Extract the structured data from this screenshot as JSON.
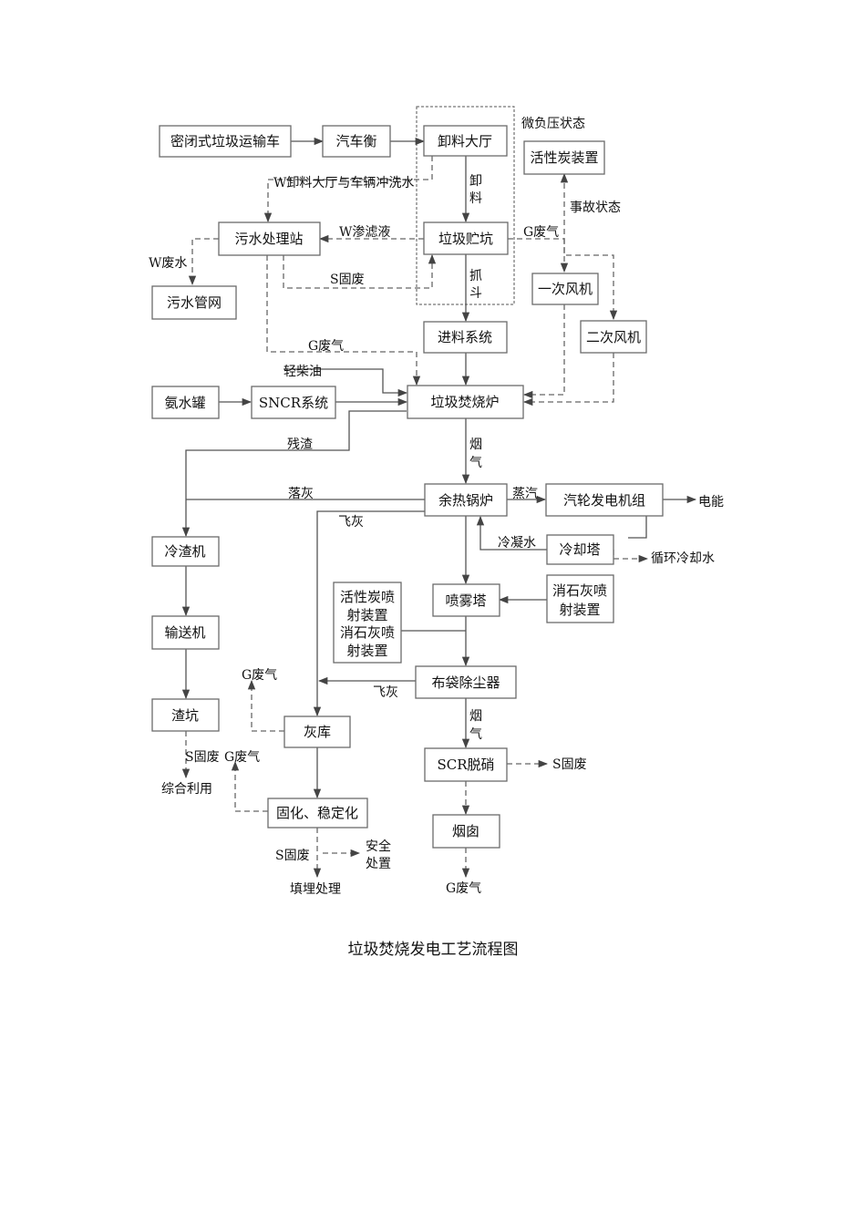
{
  "boxes": {
    "truck": "密闭式垃圾运输车",
    "scale": "汽车衡",
    "unload_hall": "卸料大厅",
    "carbon_device": "活性炭装置",
    "sewage_station": "污水处理站",
    "pit": "垃圾贮坑",
    "sewer": "污水管网",
    "primary_fan": "一次风机",
    "feed_system": "进料系统",
    "secondary_fan": "二次风机",
    "ammonia_tank": "氨水罐",
    "sncr": "SNCR系统",
    "furnace": "垃圾焚烧炉",
    "boiler": "余热锅炉",
    "turbine": "汽轮发电机组",
    "slag_cooler": "冷渣机",
    "cooling_tower": "冷却塔",
    "spray_tower": "喷雾塔",
    "carbon_lime_inject": [
      "活性炭喷",
      "射装置",
      "消石灰喷",
      "射装置"
    ],
    "lime_inject": [
      "消石灰喷",
      "射装置"
    ],
    "conveyor": "输送机",
    "bag_filter": "布袋除尘器",
    "slag_pit": "渣坑",
    "ash_silo": "灰库",
    "scr": "SCR脱硝",
    "solidify": "固化、稳定化",
    "chimney": "烟囱"
  },
  "labels": {
    "negative_pressure": "微负压状态",
    "wash_water": "W卸料大厅与车辆冲洗水",
    "unload_v": [
      "卸",
      "料"
    ],
    "emergency": "事故状态",
    "leachate": "W渗滤液",
    "g_exhaust_pit": "G废气",
    "waste_water": "W废水",
    "s_solid_sewage": "S固废",
    "grab_v": [
      "抓",
      "斗"
    ],
    "g_exhaust_sewage": "G废气",
    "diesel": "轻柴油",
    "slag": "残渣",
    "flue_gas_1": [
      "烟",
      "气"
    ],
    "settled_ash": "落灰",
    "steam": "蒸汽",
    "electricity": "电能",
    "fly_ash_1": "飞灰",
    "condensate": "冷凝水",
    "circulating_water": "循环冷却水",
    "g_exhaust_ash": "G废气",
    "fly_ash_2": "飞灰",
    "flue_gas_2": [
      "烟",
      "气"
    ],
    "s_solid_slag": "S固废",
    "g_exhaust_solid": "G废气",
    "s_solid_scr": "S固废",
    "reuse": "综合利用",
    "s_solid_fix": "S固废",
    "safe_disposal": [
      "安全",
      "处置"
    ],
    "landfill": "填埋处理",
    "g_exhaust_chimney": "G废气"
  },
  "caption": "垃圾焚烧发电工艺流程图"
}
